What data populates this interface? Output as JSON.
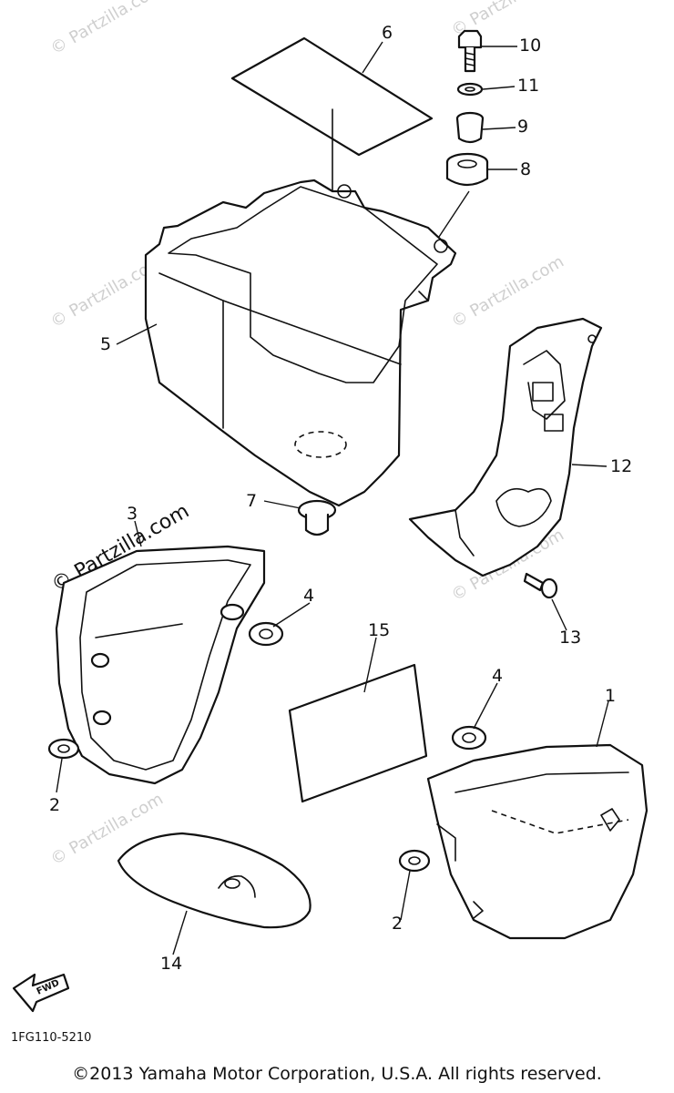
{
  "diagram": {
    "callouts": [
      "1",
      "2",
      "2",
      "3",
      "4",
      "4",
      "5",
      "6",
      "7",
      "8",
      "9",
      "10",
      "11",
      "12",
      "13",
      "14",
      "15"
    ],
    "fwd_label": "FWD",
    "part_code": "1FG110-5210",
    "watermark": "© Partzilla.com",
    "copyright": "©2013 Yamaha Motor Corporation, U.S.A. All rights reserved."
  }
}
